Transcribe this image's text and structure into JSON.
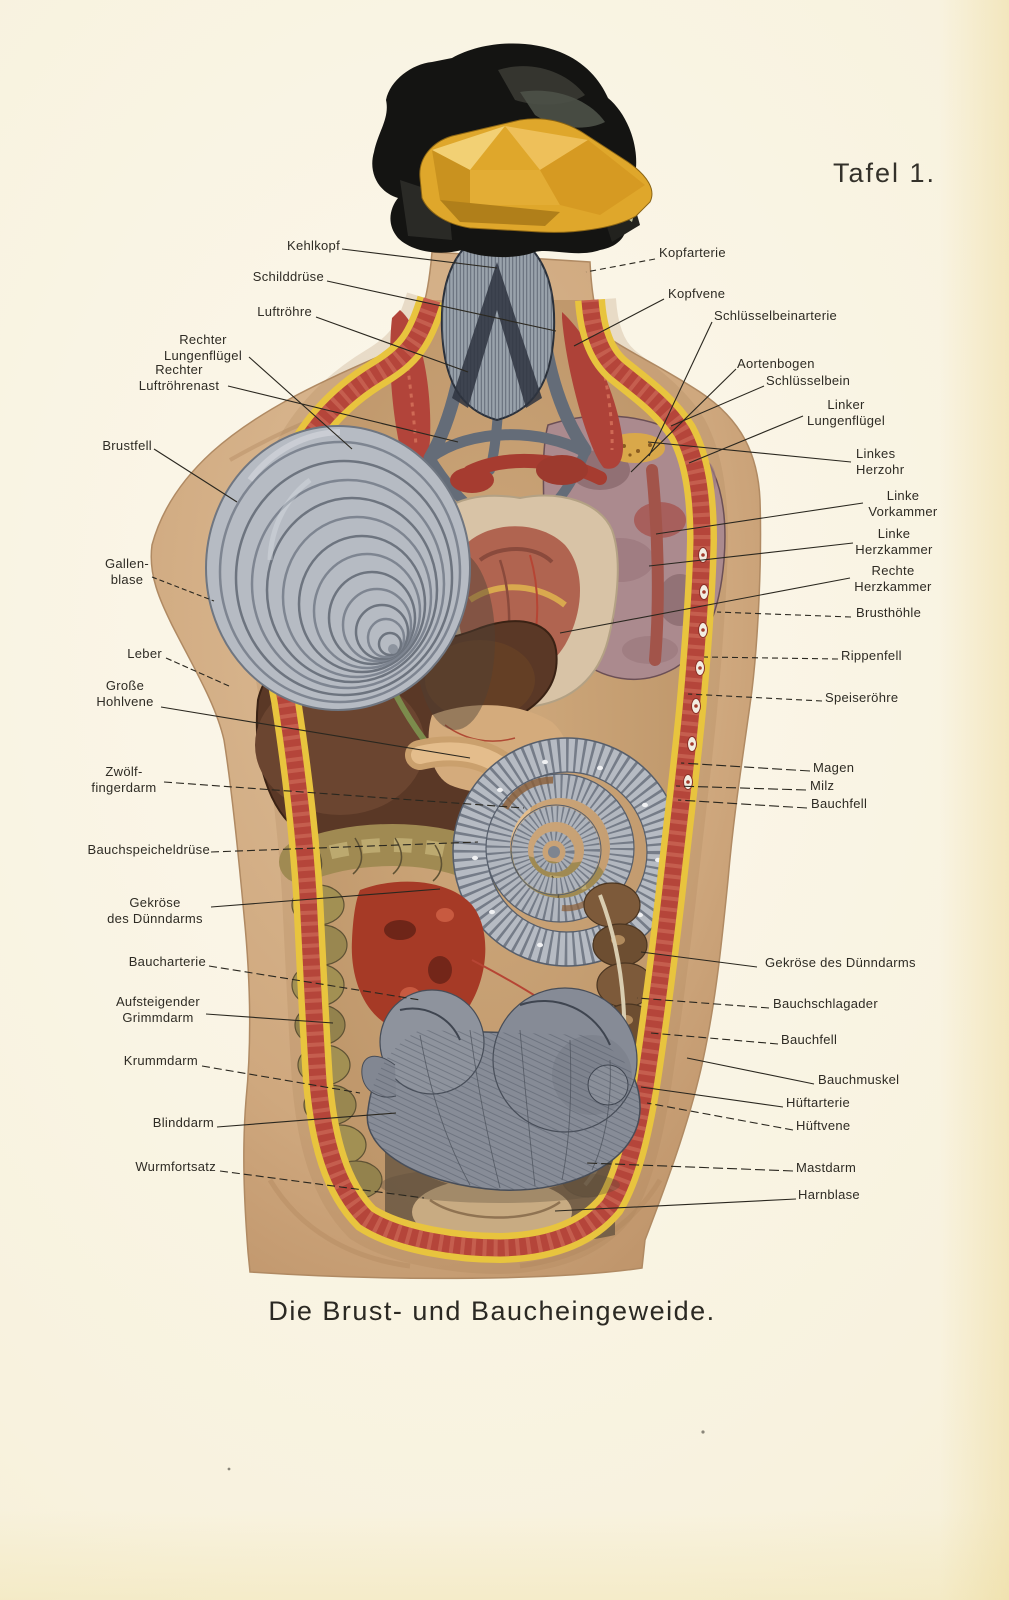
{
  "plate": {
    "title": "Tafel 1.",
    "caption": "Die Brust- und Baucheingeweide."
  },
  "labels": {
    "left": [
      {
        "id": "kehlkopf",
        "text": "Kehlkopf"
      },
      {
        "id": "schilddruese",
        "text": "Schilddrüse"
      },
      {
        "id": "luftroehre",
        "text": "Luftröhre"
      },
      {
        "id": "rechter-lungenfluegel",
        "text": "Rechter\nLungenflügel"
      },
      {
        "id": "rechter-luftroehrenast",
        "text": "Rechter\nLuftröhrenast"
      },
      {
        "id": "brustfell",
        "text": "Brustfell"
      },
      {
        "id": "gallenblase",
        "text": "Gallen-\nblase"
      },
      {
        "id": "leber",
        "text": "Leber"
      },
      {
        "id": "grosse-hohlvene",
        "text": "Große\nHohlvene"
      },
      {
        "id": "zwoelffingerdarm",
        "text": "Zwölf-\nfingerdarm"
      },
      {
        "id": "bauchspeicheldruese",
        "text": "Bauchspeicheldrüse"
      },
      {
        "id": "gekroese-des-duenndarms",
        "text": "Gekröse\ndes Dünndarms"
      },
      {
        "id": "baucharterie",
        "text": "Baucharterie"
      },
      {
        "id": "aufsteigender-grimmdarm",
        "text": "Aufsteigender\nGrimmdarm"
      },
      {
        "id": "krummdarm",
        "text": "Krummdarm"
      },
      {
        "id": "blinddarm",
        "text": "Blinddarm"
      },
      {
        "id": "wurmfortsatz",
        "text": "Wurmfortsatz"
      }
    ],
    "right": [
      {
        "id": "kopfarterie",
        "text": "Kopfarterie"
      },
      {
        "id": "kopfvene",
        "text": "Kopfvene"
      },
      {
        "id": "schluesselbeinarterie",
        "text": "Schlüsselbeinarterie"
      },
      {
        "id": "aortenbogen",
        "text": "Aortenbogen"
      },
      {
        "id": "schluesselbein",
        "text": "Schlüsselbein"
      },
      {
        "id": "linker-lungenfluegel",
        "text": "Linker\nLungenflügel"
      },
      {
        "id": "linkes-herzohr",
        "text": "Linkes\nHerzohr"
      },
      {
        "id": "linke-vorkammer",
        "text": "Linke\nVorkammer"
      },
      {
        "id": "linke-herzkammer",
        "text": "Linke\nHerzkammer"
      },
      {
        "id": "rechte-herzkammer",
        "text": "Rechte\nHerzkammer"
      },
      {
        "id": "brusthoehle",
        "text": "Brusthöhle"
      },
      {
        "id": "rippenfell",
        "text": "Rippenfell"
      },
      {
        "id": "speiseroehre",
        "text": "Speiseröhre"
      },
      {
        "id": "magen",
        "text": "Magen"
      },
      {
        "id": "milz",
        "text": "Milz"
      },
      {
        "id": "bauchfell-oben",
        "text": "Bauchfell"
      },
      {
        "id": "gekroese-des-duenndarms-rechts",
        "text": "Gekröse des Dünndarms"
      },
      {
        "id": "bauchschlagader",
        "text": "Bauchschlagader"
      },
      {
        "id": "bauchfell-unten",
        "text": "Bauchfell"
      },
      {
        "id": "bauchmuskel",
        "text": "Bauchmuskel"
      },
      {
        "id": "hueftarterie",
        "text": "Hüftarterie"
      },
      {
        "id": "hueftvene",
        "text": "Hüftvene"
      },
      {
        "id": "mastdarm",
        "text": "Mastdarm"
      },
      {
        "id": "harnblase",
        "text": "Harnblase"
      }
    ]
  },
  "colors": {
    "paper": "#f8f2de",
    "skin": "#d6b28c",
    "fat_band": "#e8c43e",
    "muscle_band": "#b5453a",
    "shell_grey": "#b6bbc3",
    "rock_black": "#141412",
    "amber": "#dfa72b",
    "liver": "#5a3826",
    "intestine": "#a29053",
    "mesentery_red": "#a63a26",
    "ink": "#2a271f"
  }
}
